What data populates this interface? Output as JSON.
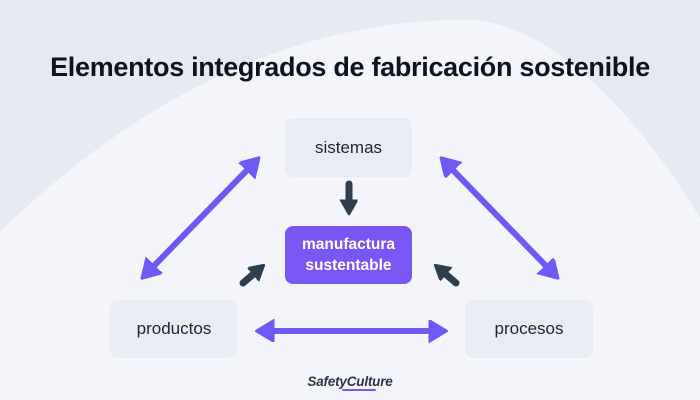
{
  "page": {
    "title": "Elementos integrados de fabricación sostenible"
  },
  "nodes": {
    "sistemas": {
      "label": "sistemas"
    },
    "productos": {
      "label": "productos"
    },
    "procesos": {
      "label": "procesos"
    },
    "center": {
      "label": "manufactura sustentable"
    }
  },
  "connections": [
    {
      "from": "productos",
      "to": "sistemas",
      "style": "double-headed",
      "color": "#6c59f6"
    },
    {
      "from": "sistemas",
      "to": "procesos",
      "style": "double-headed",
      "color": "#6c59f6"
    },
    {
      "from": "productos",
      "to": "procesos",
      "style": "double-headed",
      "color": "#6c59f6"
    },
    {
      "from": "sistemas",
      "to": "center",
      "style": "single-headed",
      "color": "#2f3e4c"
    },
    {
      "from": "productos",
      "to": "center",
      "style": "single-headed",
      "color": "#2f3e4c"
    },
    {
      "from": "procesos",
      "to": "center",
      "style": "single-headed",
      "color": "#2f3e4c"
    }
  ],
  "footer": {
    "brand": "SafetyCulture"
  },
  "colors": {
    "background_base": "#e6e9f2",
    "background_blob": "#f3f5fa",
    "node_box_bg": "#e9ecf4",
    "node_text": "#1c2531",
    "center_box_bg": "#7a57f4",
    "center_text": "#ffffff",
    "purple_arrow": "#6c59f6",
    "dark_arrow": "#2f3e4c",
    "title_text": "#0f1320",
    "logo_text": "#2b3547",
    "logo_underline": "#7a57f4"
  }
}
